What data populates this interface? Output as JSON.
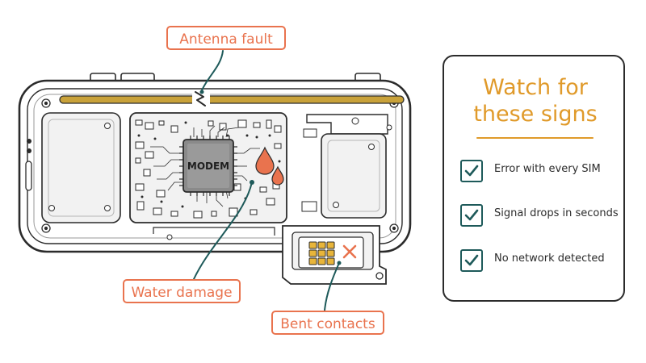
{
  "callouts": {
    "antenna": "Antenna fault",
    "water": "Water damage",
    "bent": "Bent contacts"
  },
  "chip": {
    "label": "MODEM"
  },
  "panel": {
    "title_line1": "Watch for",
    "title_line2": "these signs",
    "items": [
      {
        "label": "Error with every SIM"
      },
      {
        "label": "Signal drops in seconds"
      },
      {
        "label": "No network detected"
      }
    ]
  },
  "colors": {
    "callout": "#e9734e",
    "title": "#e09a2a",
    "leader": "#1e5a5a",
    "check": "#1e5a5a",
    "outline": "#2b2b2b",
    "board": "#f2f2f2",
    "antenna": "#c9a23a",
    "sim_contacts": "#e8b53a",
    "water": "#e9734e"
  },
  "icons": {
    "check": "check-box-icon",
    "error": "x-mark-icon",
    "water": "water-drop-icon",
    "break": "zigzag-break-icon"
  }
}
